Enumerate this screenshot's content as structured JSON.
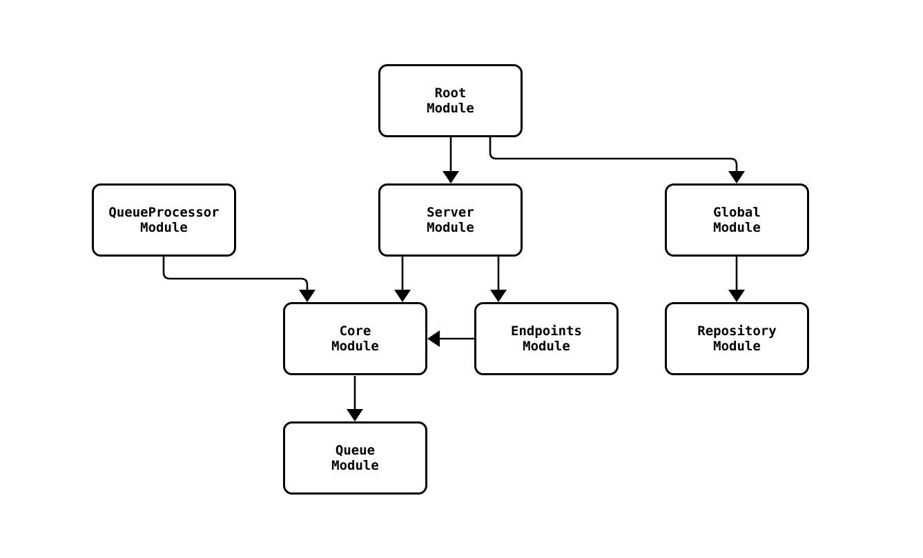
{
  "diagram": {
    "title": "module-dependency-diagram",
    "colors": {
      "background": "#ffffff",
      "node_fill": "#ffffff",
      "node_border": "#000000",
      "edge_stroke": "#000000",
      "text": "#000000"
    },
    "nodes": {
      "root": {
        "label": "Root\nModule"
      },
      "queue_processor": {
        "label": "QueueProcessor\nModule"
      },
      "server": {
        "label": "Server\nModule"
      },
      "global": {
        "label": "Global\nModule"
      },
      "core": {
        "label": "Core\nModule"
      },
      "endpoints": {
        "label": "Endpoints\nModule"
      },
      "repository": {
        "label": "Repository\nModule"
      },
      "queue": {
        "label": "Queue\nModule"
      }
    },
    "edges": [
      {
        "from": "Root Module",
        "to": "Server Module"
      },
      {
        "from": "Root Module",
        "to": "Global Module"
      },
      {
        "from": "QueueProcessor Module",
        "to": "Core Module"
      },
      {
        "from": "Server Module",
        "to": "Core Module"
      },
      {
        "from": "Server Module",
        "to": "Endpoints Module"
      },
      {
        "from": "Endpoints Module",
        "to": "Core Module"
      },
      {
        "from": "Core Module",
        "to": "Queue Module"
      },
      {
        "from": "Global Module",
        "to": "Repository Module"
      }
    ]
  }
}
